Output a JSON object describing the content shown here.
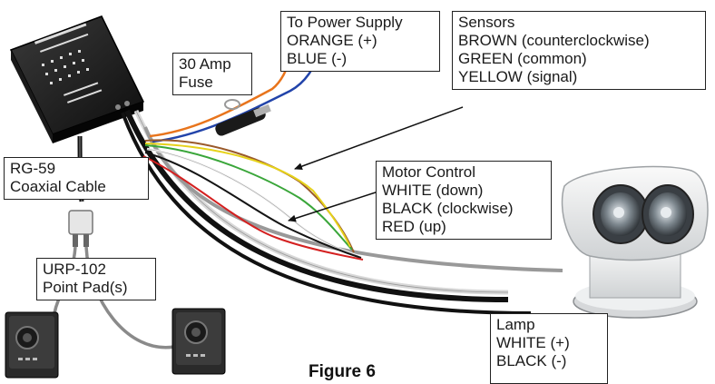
{
  "caption": "Figure 6",
  "labels": {
    "power": {
      "title": "To Power Supply",
      "lines": [
        "ORANGE (+)",
        "BLUE (-)"
      ]
    },
    "fuse": {
      "lines": [
        "30 Amp",
        "Fuse"
      ]
    },
    "sensors": {
      "title": "Sensors",
      "lines": [
        "BROWN (counterclockwise)",
        "GREEN (common)",
        "YELLOW (signal)"
      ]
    },
    "coax": {
      "lines": [
        "RG-59",
        "Coaxial Cable"
      ]
    },
    "motor": {
      "title": "Motor Control",
      "lines": [
        "WHITE (down)",
        "BLACK (clockwise)",
        "RED (up)"
      ]
    },
    "pad": {
      "lines": [
        "URP-102",
        "Point Pad(s)"
      ]
    },
    "lamp": {
      "title": "Lamp",
      "lines": [
        "WHITE (+)",
        "BLACK (-)"
      ]
    }
  },
  "wire_colors": {
    "orange": "#e8741c",
    "blue": "#2244aa",
    "brown": "#9a5a2a",
    "green": "#3aa63a",
    "yellow": "#e6d21a",
    "white": "#f4f4f4",
    "black": "#141414",
    "red": "#d42020",
    "gray": "#8a8a8a"
  },
  "icons": {
    "controller": "control-box-icon",
    "fuse": "fuse-holder-icon",
    "connector": "coax-connector-icon",
    "pad": "point-pad-icon",
    "lamp": "searchlight-icon"
  }
}
